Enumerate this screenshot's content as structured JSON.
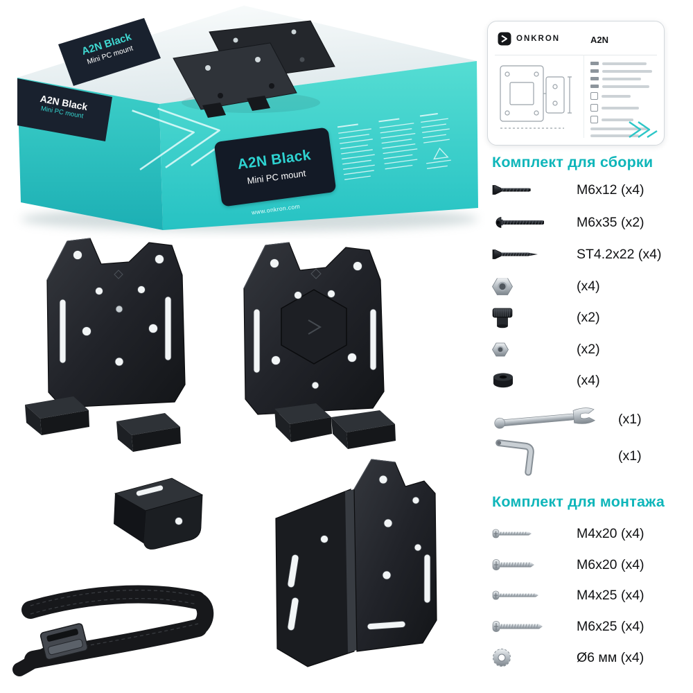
{
  "brand": "ONKRON",
  "box": {
    "ribbon_top": {
      "model": "A2N Black",
      "type": "Mini PC mount"
    },
    "ribbon_side": {
      "model": "A2N Black",
      "type": "Mini PC mount"
    },
    "front_panel": {
      "model": "A2N Black",
      "type": "Mini PC mount"
    },
    "website": "www.onkron.com"
  },
  "manual": {
    "brand": "ONKRON",
    "model": "A2N"
  },
  "assembly_kit": {
    "title": "Комплект для сборки",
    "items": [
      {
        "icon": "countersunk-screw",
        "label": "M6x12 (x4)"
      },
      {
        "icon": "button-head-bolt",
        "label": "M6x35 (x2)"
      },
      {
        "icon": "self-tapping-screw",
        "label": "ST4.2x22 (x4)"
      },
      {
        "icon": "hex-nut",
        "label": "(x4)"
      },
      {
        "icon": "knurled-thumb-nut",
        "label": "(x2)"
      },
      {
        "icon": "hex-nut-small",
        "label": "(x2)"
      },
      {
        "icon": "round-spacer",
        "label": "(x4)"
      },
      {
        "icon": "open-end-wrench",
        "label": "(x1)"
      },
      {
        "icon": "hex-key",
        "label": "(x1)"
      }
    ]
  },
  "mounting_kit": {
    "title": "Комплект для монтажа",
    "items": [
      {
        "icon": "pan-head-screw",
        "label": "M4x20 (x4)"
      },
      {
        "icon": "pan-head-screw",
        "label": "M6x20 (x4)"
      },
      {
        "icon": "pan-head-screw",
        "label": "M4x25 (x4)"
      },
      {
        "icon": "pan-head-screw",
        "label": "M6x25 (x4)"
      },
      {
        "icon": "washer",
        "label": "Ø6 мм (x4)"
      }
    ]
  },
  "colors": {
    "accent": "#0fb6ba",
    "box_teal_front": "#2fc9c7",
    "box_teal_side": "#1fb3b8",
    "ribbon_dark": "#19212e",
    "panel_dark": "#131a26",
    "metal_dark": "#23262b",
    "metal_silver": "#b9c0c6"
  }
}
